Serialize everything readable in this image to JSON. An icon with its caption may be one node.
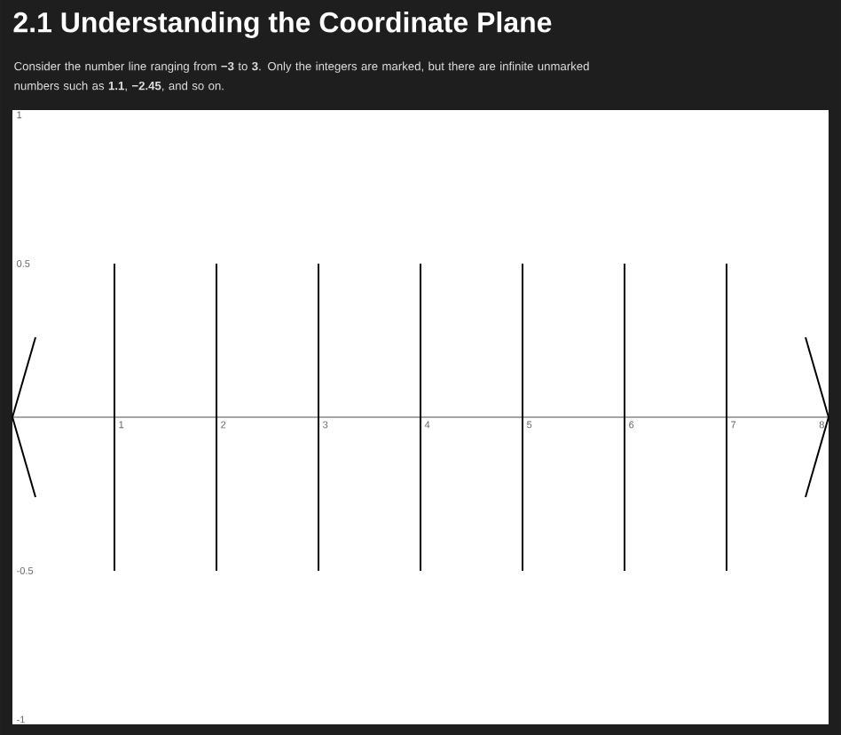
{
  "diagram": {
    "title": "2.1 Understanding the Coordinate Plane",
    "labels": [
      "Consider the number line ranging from **−3** to **3**. Only the integers are marked, but there are infinite unmarked numbers such as **1.1**, **−2.45**, and so on.",
      "1",
      "0.5",
      "-0.5",
      "-1",
      "1",
      "2",
      "3",
      "4",
      "5",
      "6",
      "7",
      "8"
    ]
  }
}
